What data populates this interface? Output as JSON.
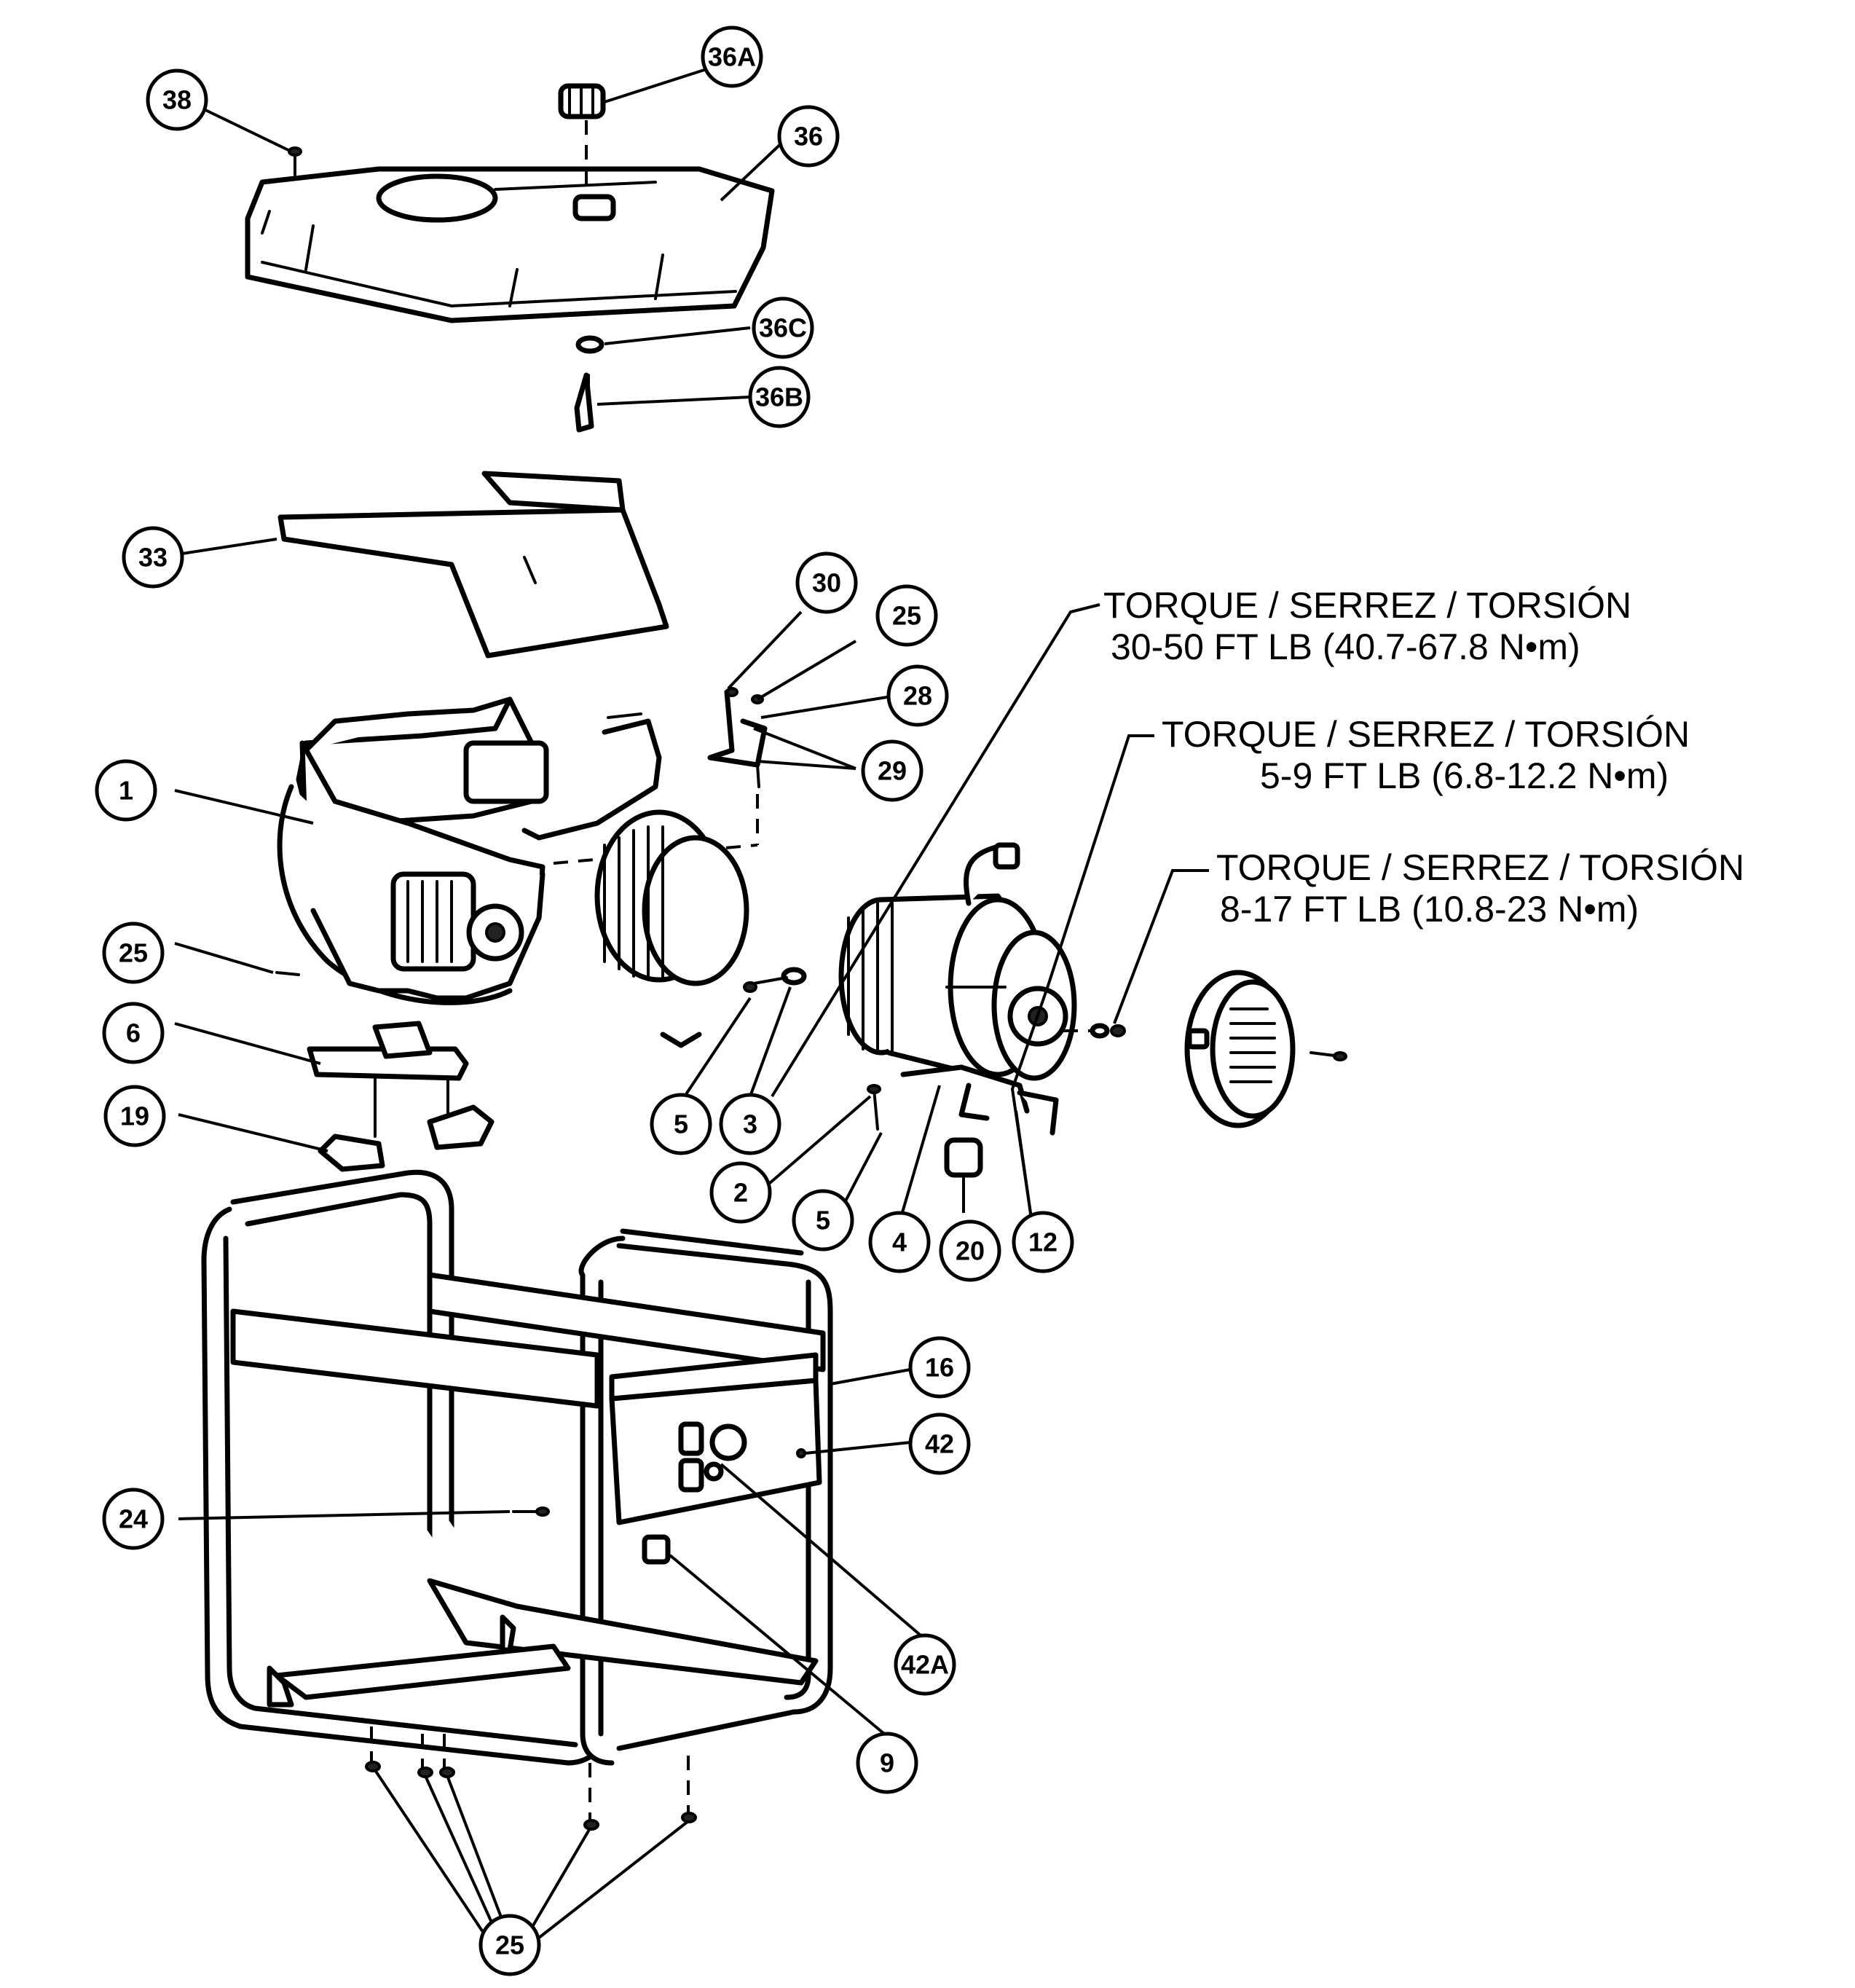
{
  "colors": {
    "ink": "#000000",
    "paper": "#ffffff"
  },
  "callouts": [
    {
      "id": "38",
      "label": "38"
    },
    {
      "id": "36A",
      "label": "36A"
    },
    {
      "id": "36",
      "label": "36"
    },
    {
      "id": "36C",
      "label": "36C"
    },
    {
      "id": "36B",
      "label": "36B"
    },
    {
      "id": "33",
      "label": "33"
    },
    {
      "id": "30",
      "label": "30"
    },
    {
      "id": "25a",
      "label": "25"
    },
    {
      "id": "28",
      "label": "28"
    },
    {
      "id": "29",
      "label": "29"
    },
    {
      "id": "1",
      "label": "1"
    },
    {
      "id": "25b",
      "label": "25"
    },
    {
      "id": "6",
      "label": "6"
    },
    {
      "id": "19",
      "label": "19"
    },
    {
      "id": "5a",
      "label": "5"
    },
    {
      "id": "3",
      "label": "3"
    },
    {
      "id": "2",
      "label": "2"
    },
    {
      "id": "5b",
      "label": "5"
    },
    {
      "id": "4",
      "label": "4"
    },
    {
      "id": "20",
      "label": "20"
    },
    {
      "id": "12",
      "label": "12"
    },
    {
      "id": "16",
      "label": "16"
    },
    {
      "id": "42",
      "label": "42"
    },
    {
      "id": "24",
      "label": "24"
    },
    {
      "id": "42A",
      "label": "42A"
    },
    {
      "id": "9",
      "label": "9"
    },
    {
      "id": "25c",
      "label": "25"
    }
  ],
  "torque_notes": [
    {
      "line1": "TORQUE / SERREZ / TORSIÓN",
      "line2": "30-50 FT LB (40.7-67.8 N•m)"
    },
    {
      "line1": "TORQUE / SERREZ / TORSIÓN",
      "line2": "5-9 FT LB (6.8-12.2 N•m)"
    },
    {
      "line1": "TORQUE / SERREZ / TORSIÓN",
      "line2": "8-17 FT LB (10.8-23 N•m)"
    }
  ]
}
